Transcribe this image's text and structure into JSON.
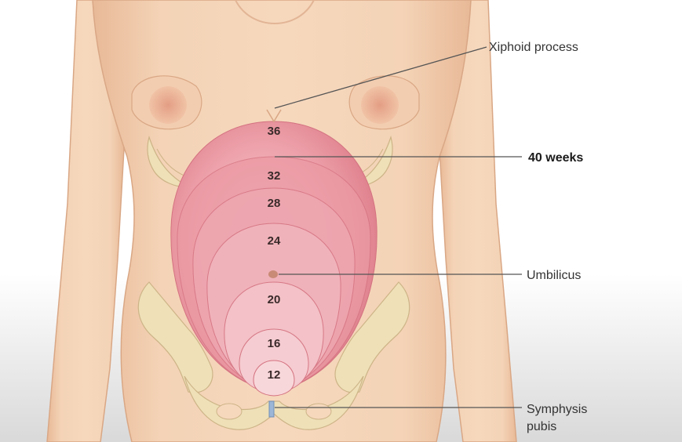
{
  "figure": {
    "week_markers": [
      "36",
      "32",
      "28",
      "24",
      "20",
      "16",
      "12"
    ],
    "callouts": {
      "xiphoid": "Xiphoid process",
      "forty_weeks": "40 weeks",
      "umbilicus": "Umbilicus",
      "symphysis_line1": "Symphysis",
      "symphysis_line2": "pubis"
    },
    "colors": {
      "skin": "#f2cfb0",
      "skin_shadow": "#dfae8c",
      "uterus_outer": "#e48a95",
      "uterus_inner": "#f6c9cf",
      "bone": "#efe0b8",
      "leader_line": "#555555"
    }
  }
}
